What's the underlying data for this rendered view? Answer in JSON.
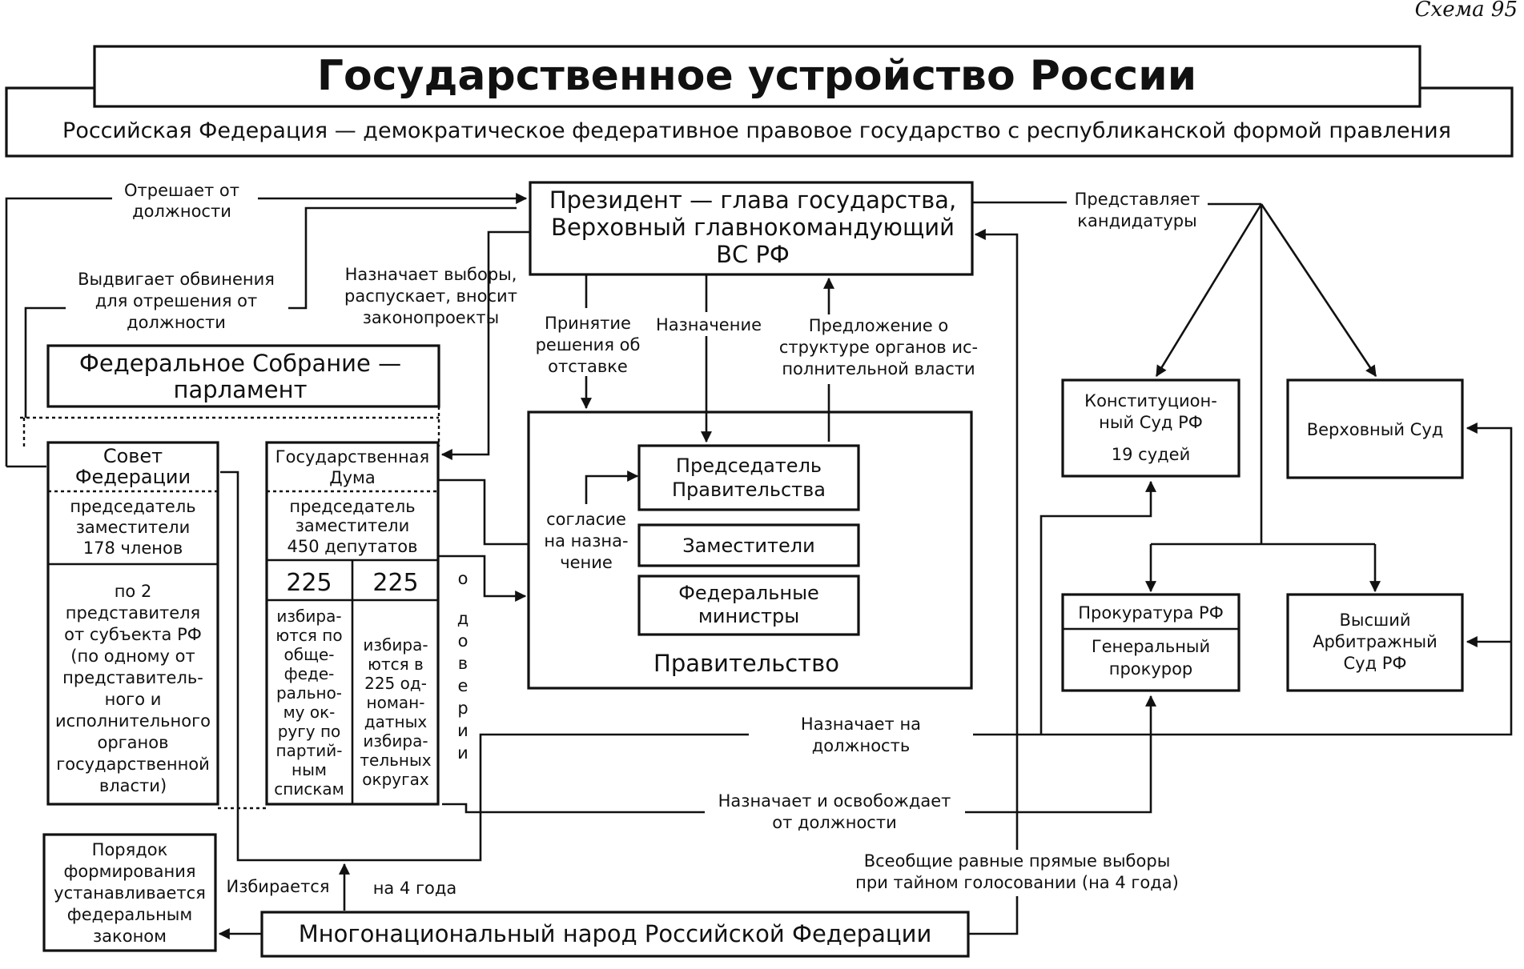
{
  "corner": "Схема 95",
  "title": "Государственное устройство России",
  "subtitle": "Российская Федерация — демократическое федеративное правовое государство с республиканской формой правления",
  "president": [
    "Президент — глава государства,",
    "Верховный главнокомандующий",
    "ВС РФ"
  ],
  "fed_assembly": [
    "Федеральное Собрание —",
    "парламент"
  ],
  "sovfed": {
    "title": [
      "Совет",
      "Федерации"
    ],
    "members": [
      "председатель",
      "заместители",
      "178 членов"
    ],
    "composition": [
      "по 2",
      "представителя",
      "от субъекта РФ",
      "(по одному от",
      "представитель-",
      "ного и",
      "исполнительного",
      "органов",
      "государственной",
      "власти)"
    ]
  },
  "duma": {
    "title": [
      "Государственная",
      "Дума"
    ],
    "members": [
      "председатель",
      "заместители",
      "450 депутатов"
    ],
    "num_left": "225",
    "num_right": "225",
    "left_text": [
      "избира-",
      "ются по",
      "обще-",
      "феде-",
      "рально-",
      "му ок-",
      "ругу по",
      "партий-",
      "ным",
      "спискам"
    ],
    "right_text": [
      "избира-",
      "ются в",
      "225 од-",
      "номан-",
      "датных",
      "избира-",
      "тельных",
      "округах"
    ]
  },
  "government": {
    "chairman": [
      "Председатель",
      "Правительства"
    ],
    "deputies": "Заместители",
    "ministers": [
      "Федеральные",
      "министры"
    ],
    "label": "Правительство"
  },
  "courts": {
    "constitutional": [
      "Конституцион-",
      "ный Суд РФ",
      "19 судей"
    ],
    "supreme": "Верховный Суд",
    "prosecutor": [
      "Прокуратура РФ",
      "Генеральный",
      "прокурор"
    ],
    "arbitration": [
      "Высший",
      "Арбитражный",
      "Суд РФ"
    ]
  },
  "formation": [
    "Порядок",
    "формирования",
    "устанавливается",
    "федеральным",
    "законом"
  ],
  "people": "Многонациональный народ Российской Федерации",
  "labels": {
    "removes": [
      "Отрешает от",
      "должности"
    ],
    "accuses": [
      "Выдвигает обвинения",
      "для отрешения от",
      "должности"
    ],
    "calls_elections": [
      "Назначает выборы,",
      "распускает, вносит",
      "законопроекты"
    ],
    "resignation": [
      "Принятие",
      "решения об",
      "отставке"
    ],
    "appointment": "Назначение",
    "proposal": [
      "Предложение о",
      "структуре органов ис-",
      "полнительной власти"
    ],
    "presents": [
      "Представляет",
      "кандидатуры"
    ],
    "consent": [
      "согласие",
      "на назна-",
      "чение"
    ],
    "no_confidence": [
      "о",
      "д",
      "о",
      "в",
      "е",
      "р",
      "и",
      "и"
    ],
    "appoints_post": [
      "Назначает на",
      "должность"
    ],
    "appoints_releases": [
      "Назначает и освобождает",
      "от должности"
    ],
    "elected": "Избирается",
    "four_years": "на 4 года",
    "elections": [
      "Всеобщие равные прямые выборы",
      "при тайном голосовании (на 4 года)"
    ]
  }
}
